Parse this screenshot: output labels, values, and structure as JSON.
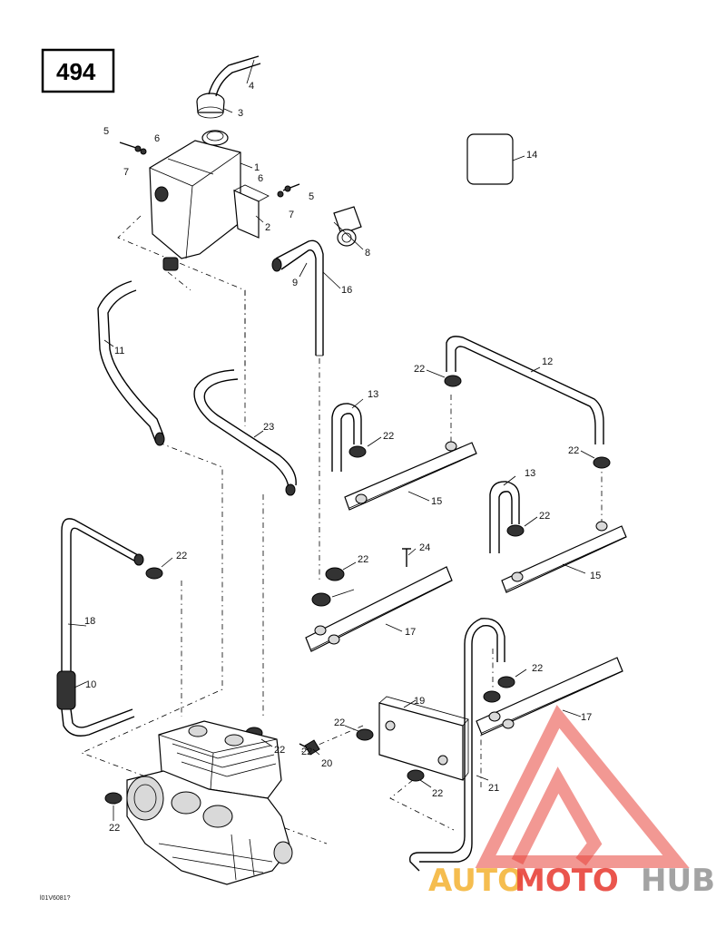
{
  "page_number": "494",
  "reference_code": "l01V6081?",
  "watermark": {
    "text_part1": "AUTO",
    "text_part2": "MOTO",
    "text_part3": "HUB",
    "color_part1": "#f4b63c",
    "color_part2": "#e8433a",
    "color_part3": "#9a9a9a"
  },
  "callouts": [
    "1",
    "2",
    "3",
    "4",
    "5",
    "6",
    "7",
    "5",
    "6",
    "7",
    "8",
    "9",
    "16",
    "11",
    "14",
    "12",
    "22",
    "13",
    "22",
    "22",
    "23",
    "15",
    "13",
    "22",
    "22",
    "22",
    "24",
    "15",
    "17",
    "18",
    "10",
    "22",
    "22",
    "17",
    "19",
    "22",
    "22",
    "20",
    "21",
    "22",
    "22"
  ]
}
